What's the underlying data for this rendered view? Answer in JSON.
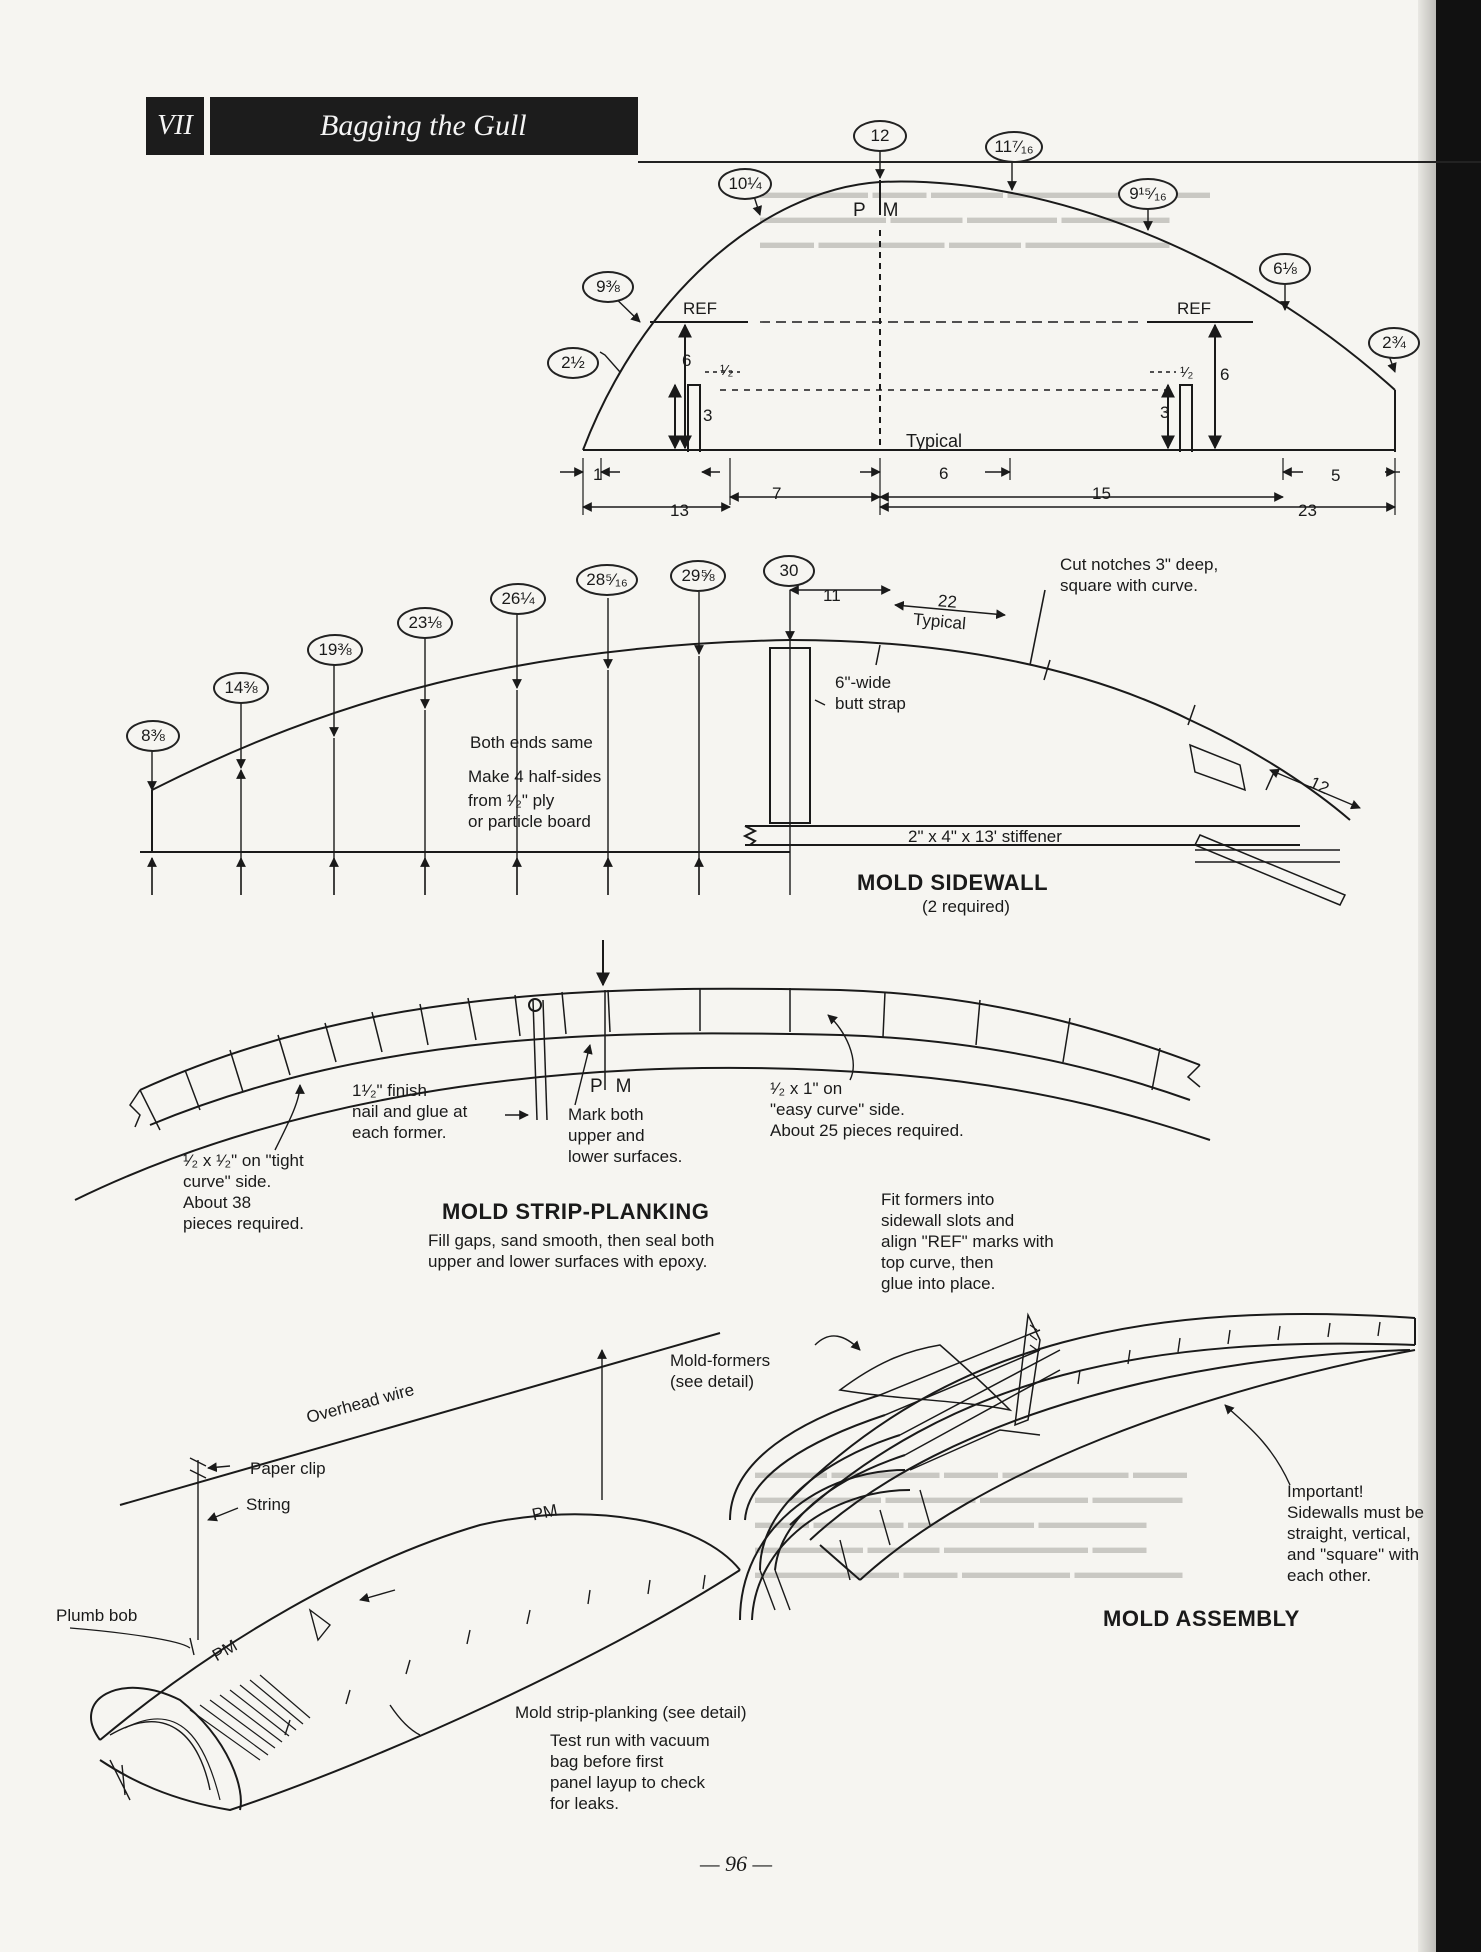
{
  "header": {
    "chapter": "VII",
    "title": "Bagging the Gull"
  },
  "page_number": "— 96 —",
  "top_bubbles": [
    "12",
    "11⁷⁄₁₆",
    "10¼",
    "9¹⁵⁄₁₆",
    "9⅜",
    "6⅛",
    "2½",
    "2¾"
  ],
  "top_labels": {
    "pm": "P M",
    "ref_left": "REF",
    "ref_right": "REF",
    "six_left": "6",
    "six_right": "6",
    "three_left": "3",
    "three_right": "3",
    "half_left": "¹⁄₂",
    "half_right": "¹⁄₂",
    "typical": "Typical",
    "dim_1": "1",
    "dim_7": "7",
    "dim_6": "6",
    "dim_15": "15",
    "dim_5": "5",
    "dim_13": "13",
    "dim_23": "23"
  },
  "mid_bubbles": [
    "30",
    "29⅝",
    "28⁵⁄₁₆",
    "26¼",
    "23⅛",
    "19⅜",
    "14⅜",
    "8⅜"
  ],
  "sidewall": {
    "both_ends": "Both ends same",
    "make_half": "Make 4 half-sides",
    "from_ply": "from ¹⁄₂\" ply",
    "or_particle": "or particle board",
    "dim_11": "11",
    "dim_22": "22",
    "typical": "Typical",
    "cut_notches_1": "Cut notches 3\" deep,",
    "cut_notches_2": "square with curve.",
    "butt_strap_1": "6\"-wide",
    "butt_strap_2": "butt strap",
    "dim_12": "12",
    "stiffener": "2\" x 4\" x 13' stiffener",
    "caption": "MOLD SIDEWALL",
    "required": "(2 required)"
  },
  "strip": {
    "nail_1": "1¹⁄₂\" finish",
    "nail_2": "nail and glue at",
    "nail_3": "each former.",
    "pm": "P M",
    "mark_1": "Mark both",
    "mark_2": "upper and",
    "mark_3": "lower surfaces.",
    "easy_1": "¹⁄₂ x 1\" on",
    "easy_2": "\"easy curve\" side.",
    "easy_3": "About 25 pieces required.",
    "tight_1": "¹⁄₂ x ¹⁄₂\" on \"tight",
    "tight_2": "curve\" side.",
    "tight_3": "About 38",
    "tight_4": "pieces required.",
    "caption": "MOLD STRIP-PLANKING",
    "note_1": "Fill gaps, sand smooth, then seal both",
    "note_2": "upper and lower surfaces with epoxy."
  },
  "assembly": {
    "fit_1": "Fit formers into",
    "fit_2": "sidewall slots and",
    "fit_3": "align \"REF\" marks with",
    "fit_4": "top curve, then",
    "fit_5": "glue into place.",
    "formers_1": "Mold-formers",
    "formers_2": "(see detail)",
    "overhead": "Overhead wire",
    "paper_clip": "Paper clip",
    "string": "String",
    "pm_1": "PM",
    "pm_2": "PM",
    "plumb": "Plumb bob",
    "strip_detail": "Mold strip-planking (see detail)",
    "test_1": "Test run with vacuum",
    "test_2": "bag before first",
    "test_3": "panel layup to check",
    "test_4": "for leaks.",
    "important_1": "Important!",
    "important_2": "Sidewalls must be",
    "important_3": "straight, vertical,",
    "important_4": "and \"square\" with",
    "important_5": "each other.",
    "caption": "MOLD ASSEMBLY"
  },
  "colors": {
    "ink": "#1a1a1a",
    "paper": "#f6f5f1",
    "header_bg": "#1c1c1c",
    "ghost_text": "#c9c8c3"
  }
}
